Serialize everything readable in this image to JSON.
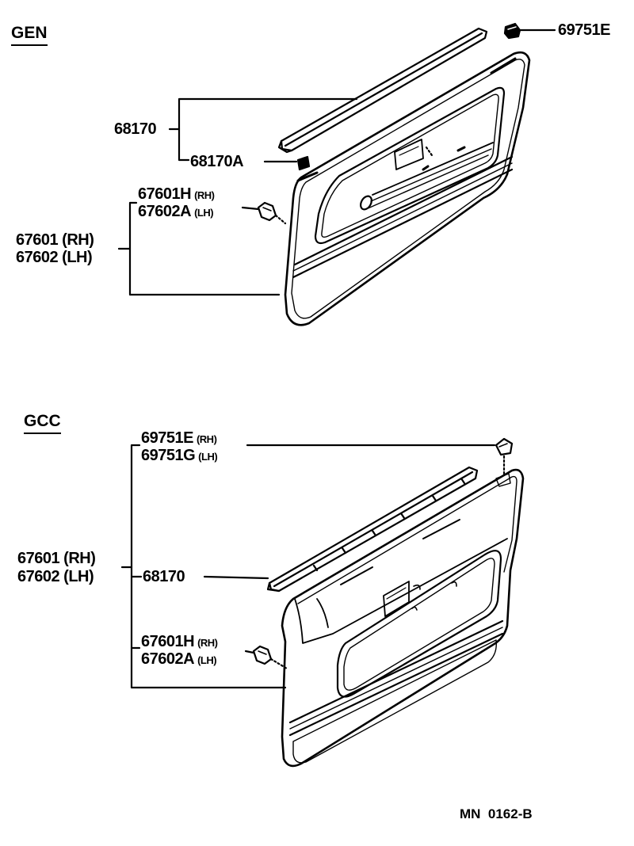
{
  "sections": {
    "gen": {
      "title": "GEN"
    },
    "gcc": {
      "title": "GCC"
    }
  },
  "gen_labels": {
    "p69751e": "69751E",
    "p68170": "68170",
    "p68170a": "68170A",
    "p67601h": "67601H",
    "p67601h_sfx": "(RH)",
    "p67602a": "67602A",
    "p67602a_sfx": "(LH)",
    "p67601": "67601 (RH)",
    "p67602": "67602 (LH)"
  },
  "gcc_labels": {
    "p69751e": "69751E",
    "p69751e_sfx": "(RH)",
    "p69751g": "69751G",
    "p69751g_sfx": "(LH)",
    "p67601": "67601 (RH)",
    "p67602": "67602 (LH)",
    "p68170": "68170",
    "p67601h": "67601H",
    "p67601h_sfx": "(RH)",
    "p67602a": "67602A",
    "p67602a_sfx": "(LH)"
  },
  "footer": {
    "code": "MN  0162-B"
  },
  "colors": {
    "ink": "#000000",
    "paper": "#ffffff"
  }
}
